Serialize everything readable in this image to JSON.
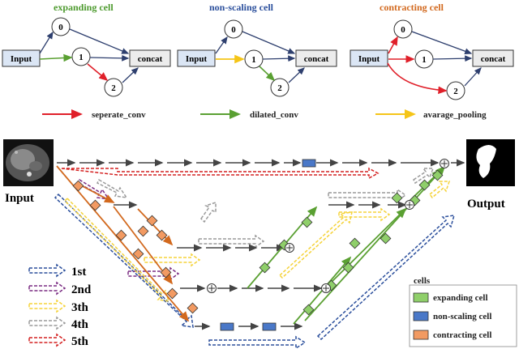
{
  "cells": [
    {
      "title": "expanding cell",
      "title_color": "#4d9a2e",
      "input": "Input",
      "n0": "0",
      "n1": "1",
      "n2": "2",
      "out": "concat"
    },
    {
      "title": "non-scaling cell",
      "title_color": "#2b4f9c",
      "input": "Input",
      "n0": "0",
      "n1": "1",
      "n2": "2",
      "out": "concat"
    },
    {
      "title": "contracting cell",
      "title_color": "#d2691e",
      "input": "Input",
      "n0": "0",
      "n1": "1",
      "n2": "2",
      "out": "concat"
    }
  ],
  "op_legend": [
    {
      "label": "seperate_conv",
      "color": "#e0202a"
    },
    {
      "label": "dilated_conv",
      "color": "#5aa032"
    },
    {
      "label": "avarage_pooling",
      "color": "#f5c518"
    }
  ],
  "main": {
    "input_label": "Input",
    "output_label": "Output"
  },
  "path_legend": [
    {
      "label": "1st",
      "color": "#2b4f9c"
    },
    {
      "label": "2nd",
      "color": "#7b2d83"
    },
    {
      "label": "3th",
      "color": "#f5d33a"
    },
    {
      "label": "4th",
      "color": "#9a9a9a"
    },
    {
      "label": "5th",
      "color": "#d42020"
    }
  ],
  "cell_legend": {
    "title": "cells",
    "items": [
      {
        "label": "expanding cell",
        "color": "#8fcf6a"
      },
      {
        "label": "non-scaling cell",
        "color": "#4a78c8"
      },
      {
        "label": "contracting cell",
        "color": "#f29a62"
      }
    ]
  }
}
